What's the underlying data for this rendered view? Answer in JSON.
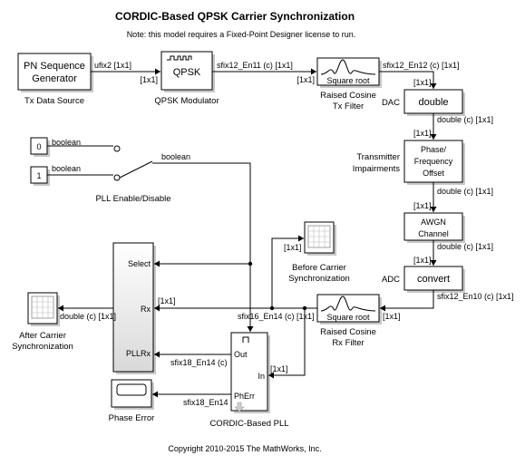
{
  "title": "CORDIC-Based QPSK Carrier Synchronization",
  "note": "Note: this model requires a Fixed-Point Designer license to run.",
  "copyright": "Copyright 2010-2015 The MathWorks, Inc.",
  "blocks": {
    "pn_generator": {
      "text_line1": "PN Sequence",
      "text_line2": "Generator",
      "caption": "Tx Data Source"
    },
    "qpsk_modulator": {
      "text": "QPSK",
      "caption": "QPSK Modulator"
    },
    "tx_filter": {
      "text": "Square root",
      "caption_line1": "Raised Cosine",
      "caption_line2": "Tx Filter"
    },
    "dac": {
      "text": "double",
      "side_label": "DAC"
    },
    "impairments": {
      "text_line1": "Phase/",
      "text_line2": "Frequency",
      "text_line3": "Offset",
      "side_line1": "Transmitter",
      "side_line2": "Impairments"
    },
    "awgn": {
      "text_line1": "AWGN",
      "text_line2": "Channel"
    },
    "adc": {
      "text": "convert",
      "side_label": "ADC"
    },
    "rx_filter": {
      "text": "Square root",
      "caption_line1": "Raised Cosine",
      "caption_line2": "Rx Filter"
    },
    "const0": {
      "text": "0"
    },
    "const1": {
      "text": "1"
    },
    "switch": {
      "caption": "PLL Enable/Disable"
    },
    "before_scope": {
      "caption_line1": "Before Carrier",
      "caption_line2": "Synchronization"
    },
    "after_scope": {
      "caption_line1": "After Carrier",
      "caption_line2": "Synchronization"
    },
    "selector": {
      "port_select": "Select",
      "port_rx": "Rx",
      "port_pllrx": "PLLRx"
    },
    "pll": {
      "port_out": "Out",
      "port_in": "In",
      "port_pherr": "PhErr",
      "caption": "CORDIC-Based PLL"
    },
    "phase_error": {
      "caption": "Phase Error"
    }
  },
  "signals": {
    "pn_out_type": "ufix2 [1x1]",
    "qpsk_in_dim": "[1x1]",
    "qpsk_out_type": "sfix12_En11 (c) [1x1]",
    "txf_in_dim": "[1x1]",
    "txf_out_type": "sfix12_En12 (c) [1x1]",
    "dac_in_dim": "[1x1]",
    "dac_out_type": "double (c) [1x1]",
    "imp_in_dim": "[1x1]",
    "imp_out_type": "double (c) [1x1]",
    "awgn_in_dim": "[1x1]",
    "awgn_out_type": "double (c) [1x1]",
    "adc_in_dim": "[1x1]",
    "adc_out_type": "sfix12_En10 (c) [1x1]",
    "rxf_in_dim": "[1x1]",
    "rxf_out_type": "sfix16_En14 (c) [1x1]",
    "const0_type": "boolean",
    "const1_type": "boolean",
    "switch_out_type": "boolean",
    "scope_before_dim": "[1x1]",
    "rx_dim": "[1x1]",
    "pll_in_dim": "[1x1]",
    "after_type": "double (c) [1x1]",
    "pll_out_type": "sfix18_En14 (c)",
    "pherr_type": "sfix18_En14"
  }
}
